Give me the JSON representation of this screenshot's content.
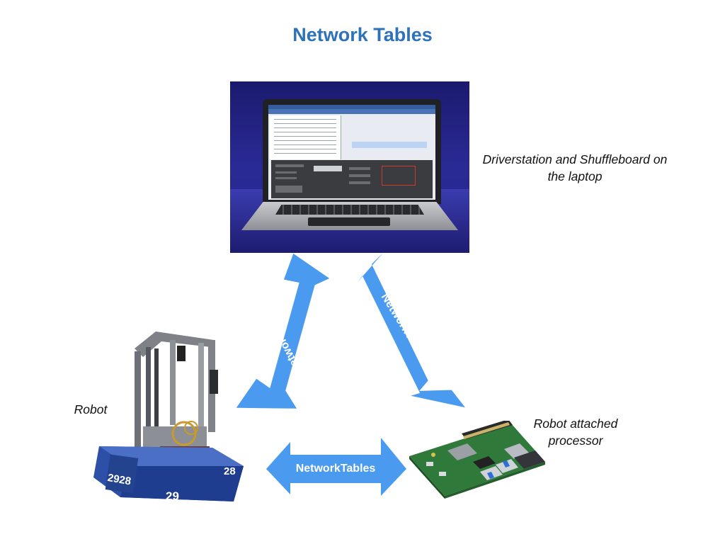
{
  "diagram": {
    "title": "Network Tables",
    "captions": {
      "laptop": "Driverstation and Shuffleboard on the laptop",
      "robot": "Robot",
      "processor": "Robot attached processor"
    },
    "connections": [
      {
        "from": "laptop",
        "to": "robot",
        "label": "NetworkTables"
      },
      {
        "from": "laptop",
        "to": "processor",
        "label": "NetworkTables"
      },
      {
        "from": "robot",
        "to": "processor",
        "label": "NetworkTables"
      }
    ],
    "robot_numbers": [
      "2928",
      "28",
      "29"
    ],
    "colors": {
      "title": "#2e73b8",
      "arrow": "#4a9bef",
      "arrow_text": "#ffffff"
    }
  }
}
